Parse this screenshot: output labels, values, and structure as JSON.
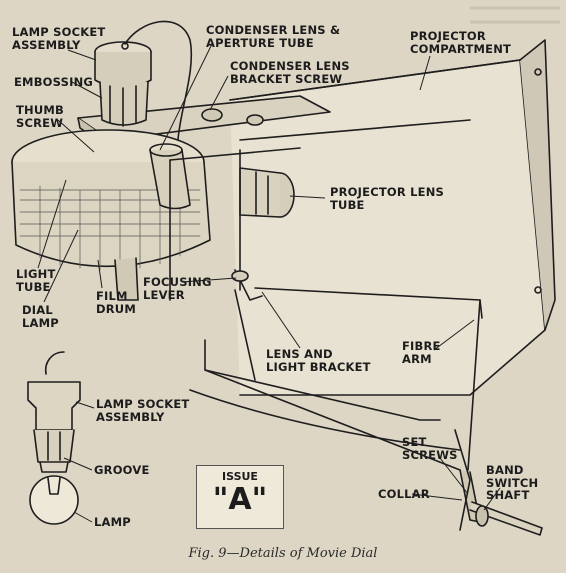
{
  "labels": {
    "lamp_socket_assembly": "LAMP SOCKET\nASSEMBLY",
    "condenser_lens_aperture": "CONDENSER LENS &\nAPERTURE TUBE",
    "projector_compartment": "PROJECTOR\nCOMPARTMENT",
    "condenser_lens_bracket_screw": "CONDENSER LENS\nBRACKET SCREW",
    "embossing": "EMBOSSING",
    "thumb_screw": "THUMB\nSCREW",
    "projector_lens_tube": "PROJECTOR LENS\nTUBE",
    "light_tube": "LIGHT\nTUBE",
    "dial_lamp": "DIAL\nLAMP",
    "film_drum": "FILM\nDRUM",
    "focusing_lever": "FOCUSING\nLEVER",
    "lens_and_light_bracket": "LENS AND\nLIGHT BRACKET",
    "fibre_arm": "FIBRE\nARM",
    "inset_lamp_socket_assembly": "LAMP SOCKET\nASSEMBLY",
    "groove": "GROOVE",
    "lamp": "LAMP",
    "set_screws": "SET\nSCREWS",
    "collar": "COLLAR",
    "band_switch_shaft": "BAND\nSWITCH\nSHAFT"
  },
  "issue": {
    "word": "ISSUE",
    "letter": "\"A\""
  },
  "caption": "Fig. 9—Details of Movie Dial"
}
